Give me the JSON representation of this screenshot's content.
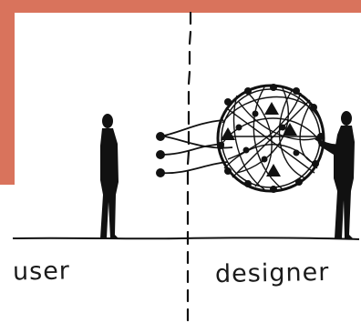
{
  "labels": {
    "user": "user",
    "designer": "designer"
  },
  "colors": {
    "accent_frame": "#d9735c",
    "ink": "#111111",
    "background": "#ffffff"
  },
  "figure": {
    "left_person": "user-silhouette",
    "right_person": "designer-silhouette",
    "central_object": "tangled-wire-sphere",
    "divider": "dashed-vertical-line",
    "connections": 3
  }
}
